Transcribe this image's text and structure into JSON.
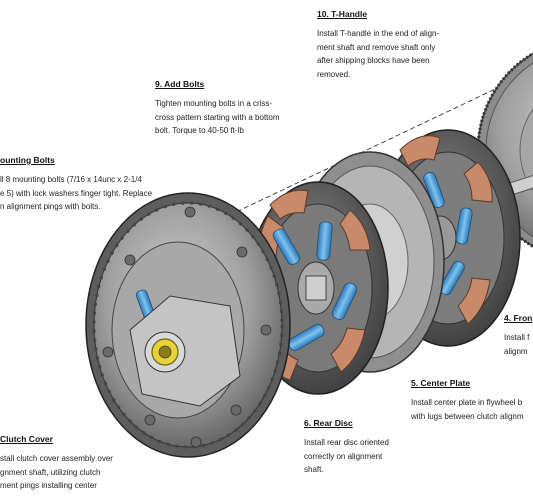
{
  "steps": {
    "t_handle": {
      "title": "10. T-Handle",
      "lines": [
        "Install T-handle in the end of align-",
        "ment shaft and remove shaft only",
        "after shipping blocks have been",
        "removed."
      ]
    },
    "add_bolts": {
      "title": "9. Add Bolts",
      "lines": [
        "Tighten mounting bolts in a criss-",
        "cross pattern starting with a bottom",
        "bolt.  Torque to 40-50 ft-lb"
      ]
    },
    "mounting_bolts": {
      "title": "ounting Bolts",
      "lines": [
        "ll 8 mounting bolts (7/16 x 14unc x 2-1/4",
        "e 5)  with lock washers finger tight.  Replace",
        "n alignment pings with bolts."
      ]
    },
    "front": {
      "title": "4. Fron",
      "lines": [
        "Install f",
        "alignm"
      ]
    },
    "center_plate": {
      "title": "5. Center Plate",
      "lines": [
        "Install center plate in flywheel b",
        "with lugs between clutch alignm"
      ]
    },
    "rear_disc": {
      "title": "6. Rear Disc",
      "lines": [
        "Install rear disc oriented",
        "correctly on alignment",
        "shaft."
      ]
    },
    "clutch_cover": {
      "title": "Clutch Cover",
      "lines": [
        "stall clutch cover assembly over",
        "gnment shaft, utilizing clutch",
        "ment pings installing center"
      ]
    }
  },
  "colors": {
    "spring_blue": "#4a9fd6",
    "friction_pad": "#c98a6a",
    "metal_dark": "#6e6e6e",
    "metal_light": "#b9b9b9",
    "hub_yellow": "#e6d23a"
  }
}
